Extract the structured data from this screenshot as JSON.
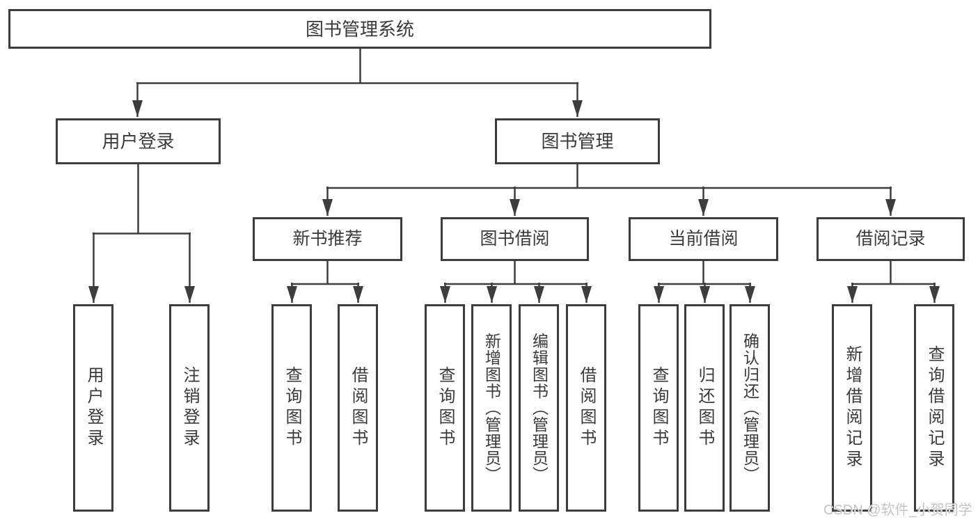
{
  "colors": {
    "line": "#3d3d3d",
    "box_border": "#3d3d3d",
    "text": "#3a3a3a",
    "watermark_text": "#c4c4c4",
    "background": "#ffffff"
  },
  "watermark": {
    "label": "CSDN @软件_小贺同学"
  },
  "tree": {
    "root": {
      "label": "图书管理系统"
    },
    "branches": [
      {
        "label": "用户登录",
        "children": [
          {
            "label": "用户登录"
          },
          {
            "label": "注销登录"
          }
        ]
      },
      {
        "label": "图书管理",
        "groups": [
          {
            "label": "新书推荐",
            "children": [
              {
                "label": "查询图书"
              },
              {
                "label": "借阅图书"
              }
            ]
          },
          {
            "label": "图书借阅",
            "children": [
              {
                "label": "查询图书"
              },
              {
                "label": "新增图书（管理员）"
              },
              {
                "label": "编辑图书（管理员）"
              },
              {
                "label": "借阅图书"
              }
            ]
          },
          {
            "label": "当前借阅",
            "children": [
              {
                "label": "查询图书"
              },
              {
                "label": "归还图书"
              },
              {
                "label": "确认归还（管理员）"
              }
            ]
          },
          {
            "label": "借阅记录",
            "children": [
              {
                "label": "新增借阅记录"
              },
              {
                "label": "查询借阅记录"
              }
            ]
          }
        ]
      }
    ]
  }
}
